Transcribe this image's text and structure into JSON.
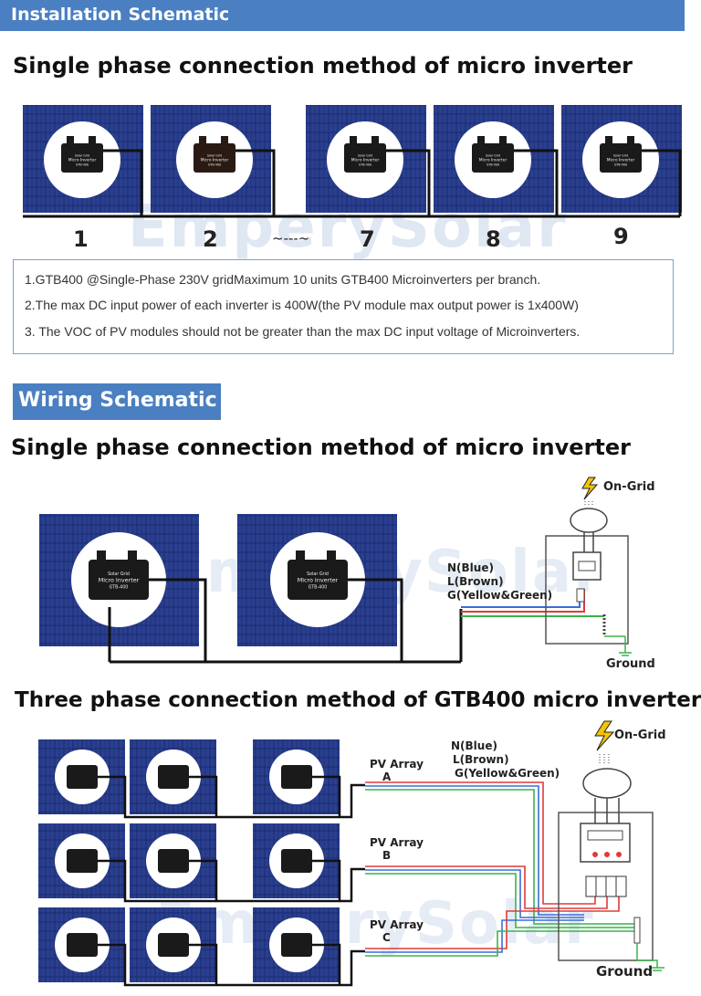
{
  "install": {
    "tab": "Installation Schematic",
    "heading": "Single phase connection method of micro inverter",
    "numbers": [
      "1",
      "2",
      "7",
      "8",
      "9"
    ],
    "continuation": "~---~",
    "notes": [
      "1.GTB400 @Single-Phase 230V gridMaximum 10 units GTB400 Microinverters per branch.",
      "2.The max DC input power of each inverter is 400W(the PV module max output power is 1x400W)",
      "3. The VOC of PV modules should not be greater than the max DC input voltage of Microinverters."
    ]
  },
  "inverter": {
    "line1": "Solar Grid",
    "line2": "Micro Inverter",
    "line3": "GTB-400"
  },
  "watermark": {
    "text": "EmperySolar"
  },
  "wiring": {
    "tab": "Wiring Schematic",
    "single_heading": "Single phase connection method of micro inverter",
    "wires": {
      "n": "N(Blue)",
      "l": "L(Brown)",
      "g": "G(Yellow&Green)"
    },
    "on_grid": "On-Grid",
    "ground": "Ground"
  },
  "three_phase": {
    "heading": "Three phase connection method of GTB400 micro inverter",
    "arrays": [
      {
        "label": "PV Array",
        "letter": "A"
      },
      {
        "label": "PV Array",
        "letter": "B"
      },
      {
        "label": "PV Array",
        "letter": "C"
      }
    ],
    "wires": {
      "n": "N(Blue)",
      "l": "L(Brown)",
      "g": "G(Yellow&Green)"
    },
    "on_grid": "On-Grid",
    "ground": "Ground"
  },
  "colors": {
    "tab": "#4a7fc1",
    "panel": "#16245e",
    "wire_blue": "#3a6fd8",
    "wire_brown": "#e03a3a",
    "wire_green": "#3bb34a"
  }
}
